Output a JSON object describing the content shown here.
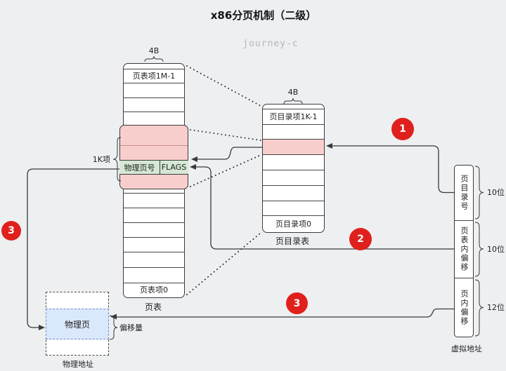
{
  "title": "x86分页机制（二级）",
  "watermark": "journey-c",
  "colors": {
    "background": "#edeff1",
    "highlight_pink": "#f8cecc",
    "highlight_green": "#d5e8d4",
    "physical_page_blue": "#dae8fc",
    "badge_red": "#e0201c",
    "border": "#3b3b3b"
  },
  "page_table": {
    "width_label": "4B",
    "top_entry": "页表项1M-1",
    "bottom_entry": "页表项0",
    "caption": "页表",
    "entries_count_label": "1K项",
    "pte": {
      "page_number": "物理页号",
      "flags": "FLAGS"
    }
  },
  "page_directory": {
    "width_label": "4B",
    "top_entry": "页目录项1K-1",
    "bottom_entry": "页目录项0",
    "caption": "页目录表"
  },
  "virtual_address": {
    "caption": "虚拟地址",
    "fields": [
      {
        "label": "页目录号",
        "bits": "10位"
      },
      {
        "label": "页表内偏移",
        "bits": "10位"
      },
      {
        "label": "页内偏移",
        "bits": "12位"
      }
    ]
  },
  "physical": {
    "page_label": "物理页",
    "caption": "物理地址",
    "offset_label": "偏移量"
  },
  "badges": [
    {
      "n": "1"
    },
    {
      "n": "2"
    },
    {
      "n": "3"
    },
    {
      "n": "3"
    }
  ]
}
